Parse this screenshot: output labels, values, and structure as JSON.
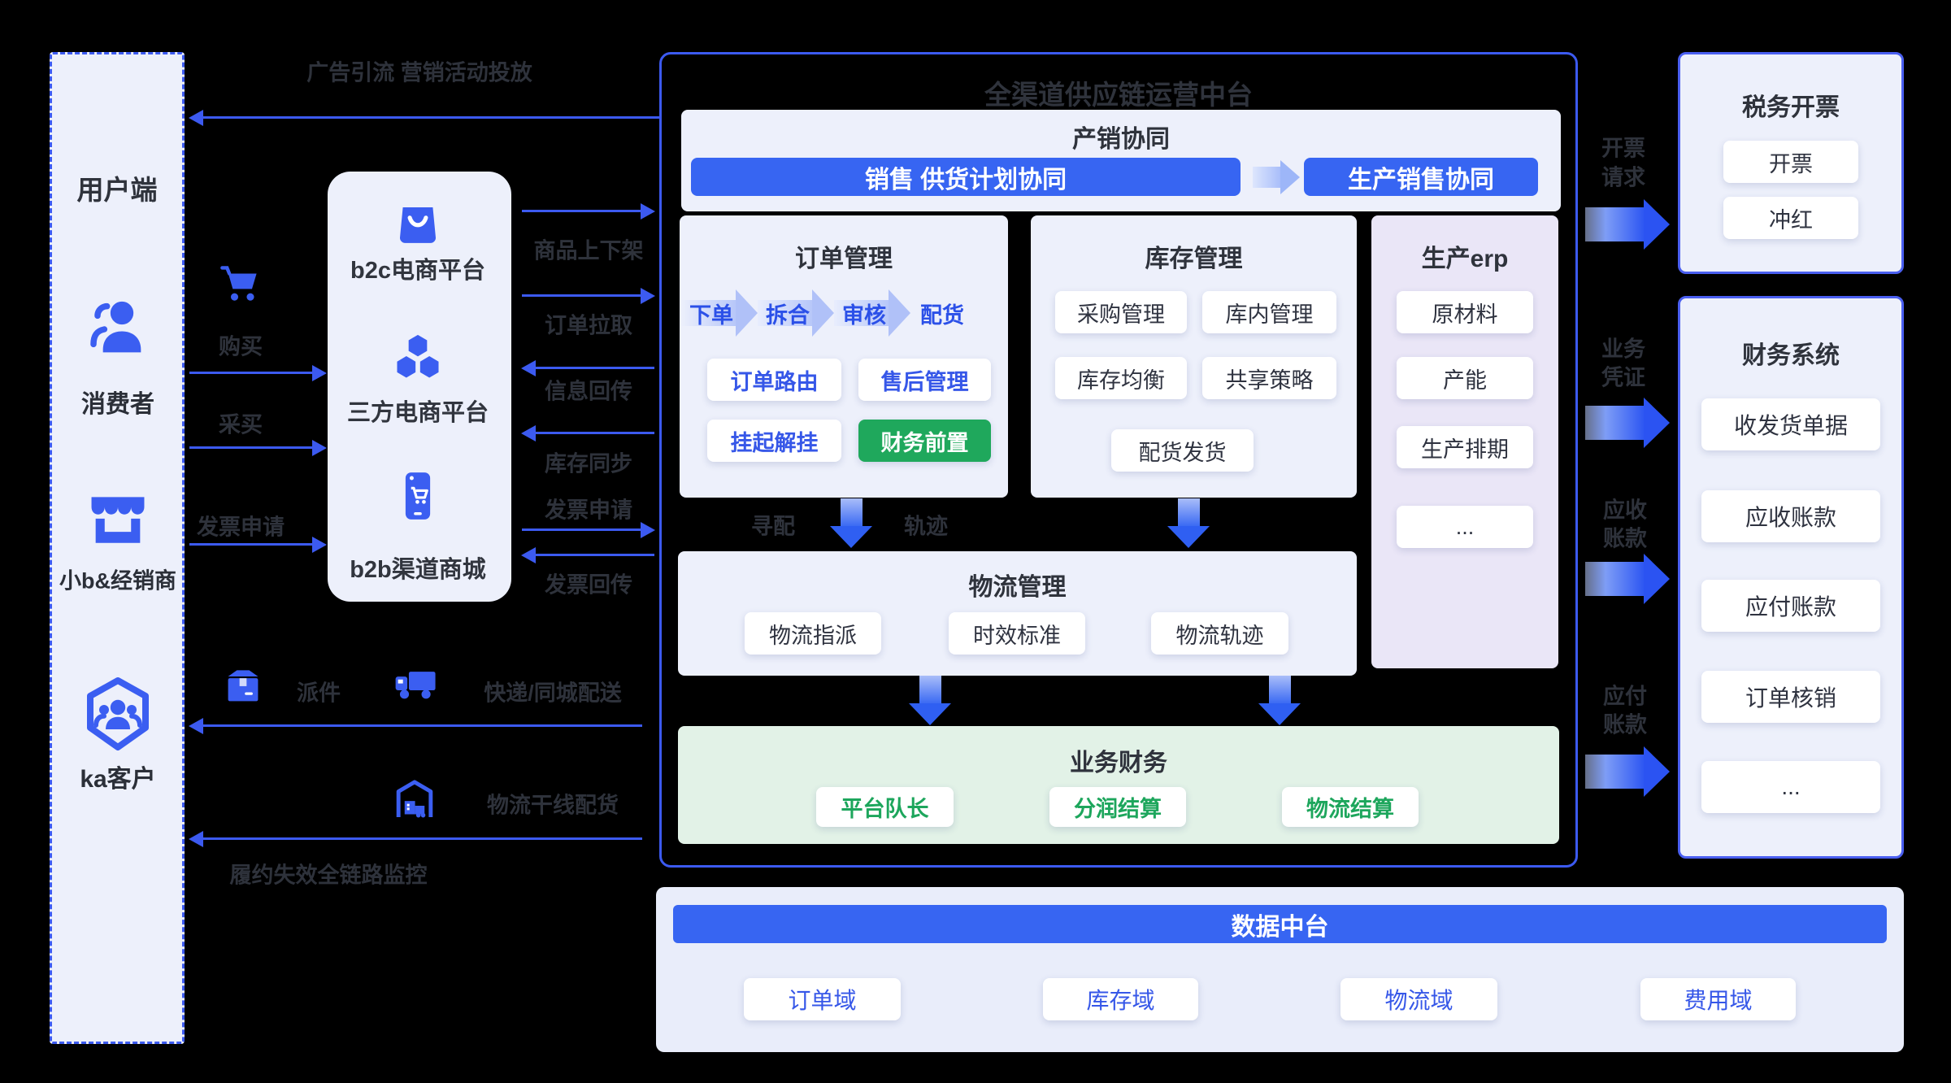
{
  "colors": {
    "accent_blue": "#3c5af0",
    "button_blue": "#3765f2",
    "green": "#1fa85c",
    "panel_bg": "#edf0fb"
  },
  "user_panel": {
    "title": "用户端",
    "consumer": "消费者",
    "small_b": "小b&经销商",
    "ka": "ka客户"
  },
  "ecom": {
    "b2c": "b2c电商平台",
    "third": "三方电商平台",
    "b2b": "b2b渠道商城"
  },
  "flows": {
    "ads": "广告引流  营销活动投放",
    "buy": "购买",
    "procure": "采买",
    "invoice_apply_left": "发票申请",
    "goods_on_off": "商品上下架",
    "order_pull": "订单拉取",
    "info_back": "信息回传",
    "stock_sync": "库存同步",
    "invoice_apply_mid": "发票申请",
    "invoice_back": "发票回传",
    "deliver": "派件",
    "courier": "快递/同城配送",
    "trunk": "物流干线配货",
    "monitor": "履约失效全链路监控",
    "seek": "寻配",
    "track": "轨迹",
    "invoice_req_1": "开票",
    "invoice_req_2": "请求",
    "voucher_1": "业务",
    "voucher_2": "凭证",
    "receivable_1": "应收",
    "receivable_2": "账款",
    "payable_1": "应付",
    "payable_2": "账款"
  },
  "platform": {
    "title": "全渠道供应链运营中台",
    "pms": {
      "title": "产销协同",
      "sales_plan": "销售 供货计划协同",
      "prod_sales": "生产销售协同"
    },
    "order": {
      "title": "订单管理",
      "steps": [
        "下单",
        "拆合",
        "审核",
        "配货"
      ],
      "buttons": [
        "订单路由",
        "售后管理",
        "挂起解挂",
        "财务前置"
      ]
    },
    "inventory": {
      "title": "库存管理",
      "buttons": [
        "采购管理",
        "库内管理",
        "库存均衡",
        "共享策略",
        "配货发货"
      ]
    },
    "erp": {
      "title": "生产erp",
      "buttons": [
        "原材料",
        "产能",
        "生产排期",
        "..."
      ]
    },
    "logistics": {
      "title": "物流管理",
      "buttons": [
        "物流指派",
        "时效标准",
        "物流轨迹"
      ]
    },
    "biz_finance": {
      "title": "业务财务",
      "buttons": [
        "平台队长",
        "分润结算",
        "物流结算"
      ]
    }
  },
  "right": {
    "tax": {
      "title": "税务开票",
      "buttons": [
        "开票",
        "冲红"
      ]
    },
    "finance": {
      "title": "财务系统",
      "buttons": [
        "收发货单据",
        "应收账款",
        "应付账款",
        "订单核销",
        "..."
      ]
    }
  },
  "data_mid": {
    "title": "数据中台",
    "domains": [
      "订单域",
      "库存域",
      "物流域",
      "费用域"
    ]
  }
}
